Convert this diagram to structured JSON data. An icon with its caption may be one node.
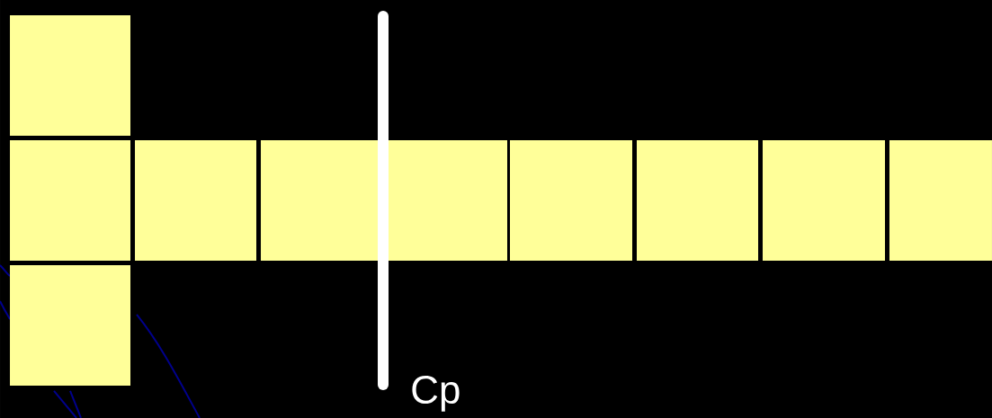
{
  "diagram": {
    "nodes": [
      {
        "text": [],
        "shape": "box"
      },
      {
        "text": [],
        "shape": "box"
      },
      {
        "text": [],
        "shape": "box"
      },
      {
        "text": [],
        "shape": "box"
      },
      {
        "text": [],
        "shape": "box"
      },
      {
        "text": [],
        "shape": "box"
      },
      {
        "text": [],
        "shape": "box"
      },
      {
        "text": [],
        "shape": "box"
      },
      {
        "text": [],
        "shape": "box"
      }
    ],
    "labels": [
      "Cp"
    ]
  }
}
